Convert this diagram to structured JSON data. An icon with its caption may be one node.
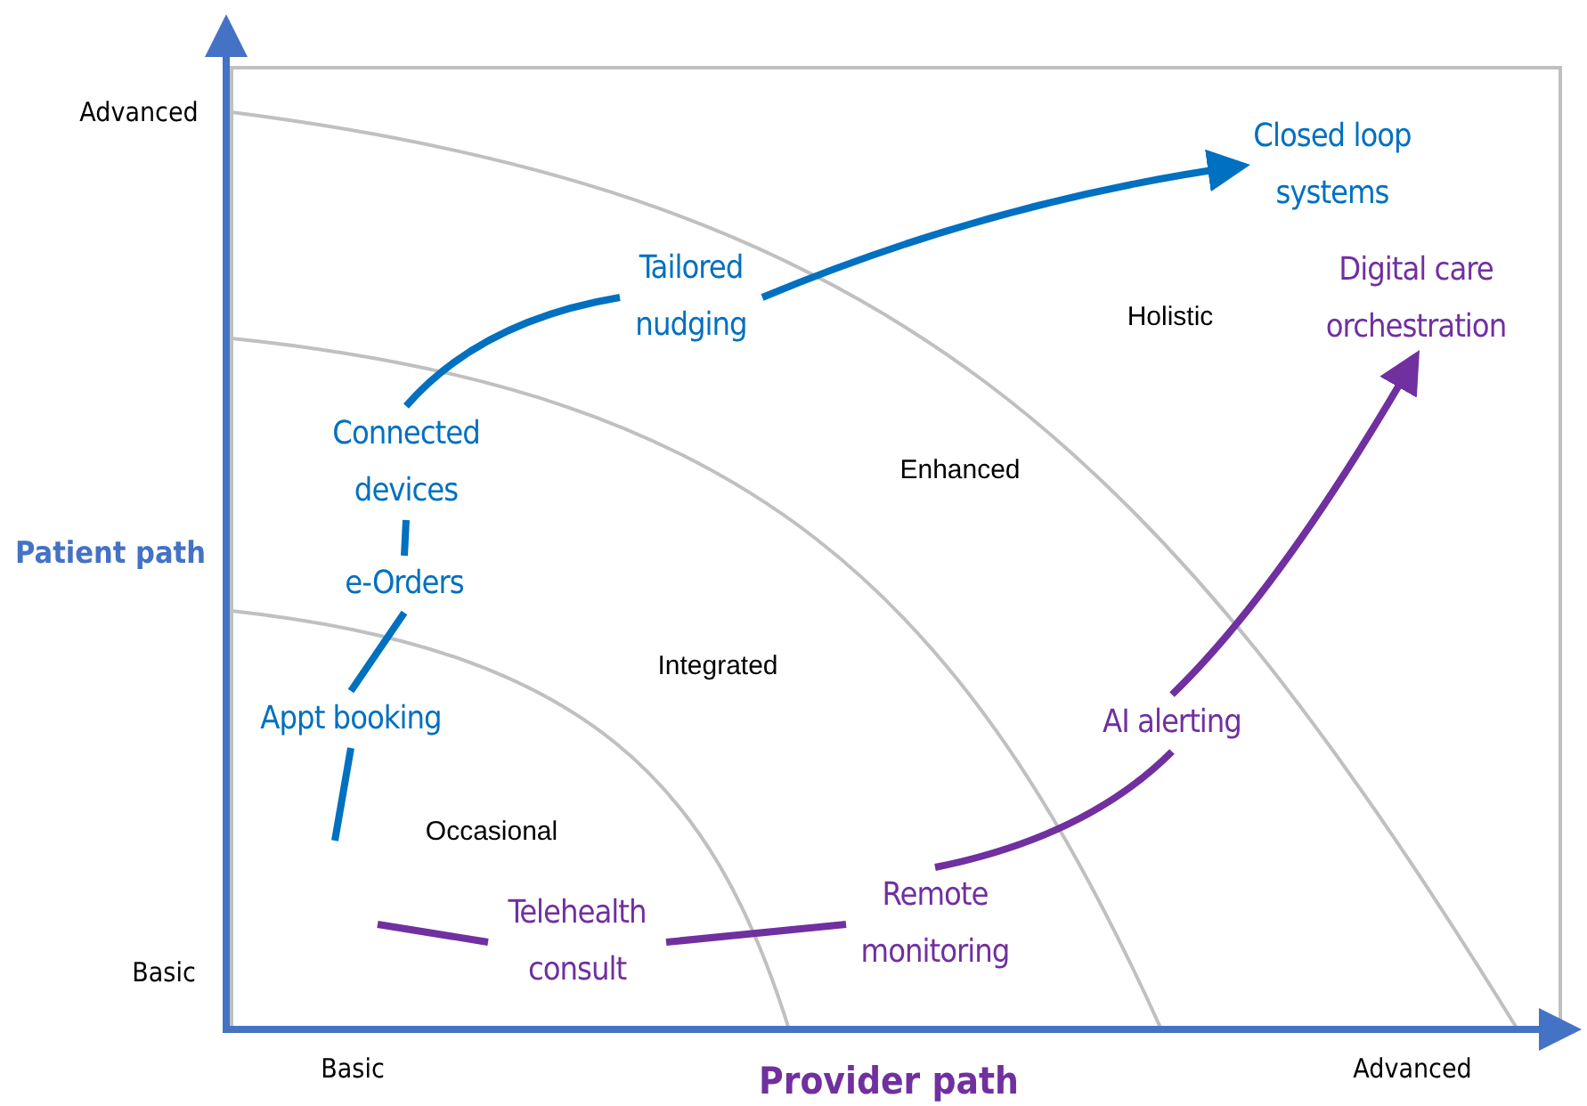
{
  "diagram": {
    "nodes": [
      {
        "text": [
          "Closed loop systems"
        ]
      },
      {
        "text": [
          "Tailored nudging"
        ]
      },
      {
        "text": [
          "Digital care orchestration"
        ]
      },
      {
        "text": [
          "Connected devices"
        ]
      },
      {
        "text": [
          "e-Orders"
        ]
      },
      {
        "text": [
          "AI alerting"
        ]
      },
      {
        "text": [
          "Appt booking"
        ]
      },
      {
        "text": [
          "Telehealth consult"
        ]
      },
      {
        "text": [
          "Remote monitoring"
        ]
      }
    ],
    "edges": [
      {
        "from": null,
        "to": 6,
        "arrow": "none"
      },
      {
        "from": 6,
        "to": 4,
        "arrow": "none"
      },
      {
        "from": 4,
        "to": 3,
        "arrow": "none"
      },
      {
        "from": 3,
        "to": 1,
        "arrow": "none"
      },
      {
        "from": 1,
        "to": 0,
        "arrow": "to"
      },
      {
        "from": null,
        "to": 7,
        "arrow": "none",
        "color": "#7030a0"
      },
      {
        "from": 7,
        "to": 8,
        "arrow": "none",
        "color": "#7030a0"
      },
      {
        "from": 8,
        "to": 5,
        "arrow": "none",
        "color": "#7030a0"
      },
      {
        "from": 5,
        "to": 2,
        "arrow": "to",
        "color": "#7030a0"
      }
    ],
    "labels": [
      "Advanced",
      "Holistic",
      "Enhanced",
      "Patient path",
      "Integrated",
      "Occasional",
      "Basic",
      "Basic",
      "Provider path",
      "Advanced"
    ]
  }
}
